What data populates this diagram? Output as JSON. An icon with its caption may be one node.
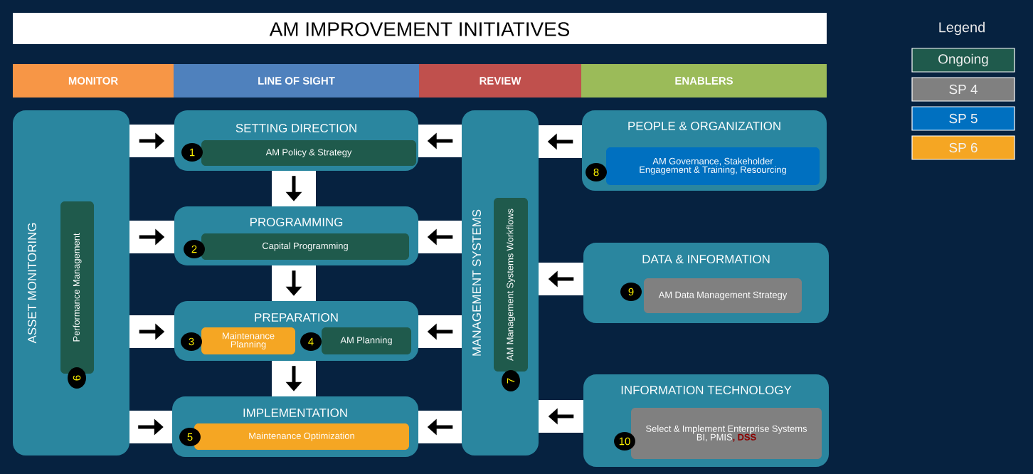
{
  "diagram": {
    "title": "AM IMPROVEMENT INITIATIVES",
    "nodes": [
      {
        "text": [
          "MONITOR"
        ]
      },
      {
        "text": [
          "LINE OF SIGHT"
        ]
      },
      {
        "text": [
          "REVIEW"
        ]
      },
      {
        "text": [
          "ENABLERS"
        ]
      },
      {
        "text": [
          "ASSET MONITORING"
        ]
      },
      {
        "text": [
          "Performance Management"
        ],
        "in": 4,
        "beside": [
          "6"
        ]
      },
      {
        "text": [
          "SETTING DIRECTION"
        ]
      },
      {
        "text": [
          "AM Policy & Strategy"
        ],
        "in": 6,
        "beside": [
          "1"
        ]
      },
      {
        "text": [
          "PROGRAMMING"
        ]
      },
      {
        "text": [
          "Capital Programming"
        ],
        "in": 8,
        "beside": [
          "2"
        ]
      },
      {
        "text": [
          "PREPARATION"
        ]
      },
      {
        "text": [
          "Maintenance Planning"
        ],
        "in": 10,
        "beside": [
          "3"
        ]
      },
      {
        "text": [
          "AM Planning"
        ],
        "in": 10,
        "beside": [
          "4"
        ]
      },
      {
        "text": [
          "IMPLEMENTATION"
        ]
      },
      {
        "text": [
          "Maintenance Optimization"
        ],
        "in": 13,
        "beside": [
          "5"
        ]
      },
      {
        "text": [
          "MANAGEMENT SYSTEMS"
        ]
      },
      {
        "text": [
          "AM Management Systems Workflows"
        ],
        "in": 15,
        "beside": [
          "7"
        ]
      },
      {
        "text": [
          "PEOPLE & ORGANIZATION"
        ]
      },
      {
        "text": [
          "AM Governance, Stakeholder Engagement & Training, Resourcing"
        ],
        "in": 17,
        "beside": [
          "8"
        ]
      },
      {
        "text": [
          "DATA & INFORMATION"
        ]
      },
      {
        "text": [
          "AM Data Management Strategy"
        ],
        "in": 19,
        "beside": [
          "9"
        ]
      },
      {
        "text": [
          "INFORMATION TECHNOLOGY"
        ]
      },
      {
        "text": [
          "Select & Implement Enterprise Systems",
          "BI, PMIS",
          ", DSS"
        ],
        "in": 21,
        "beside": [
          "10"
        ]
      }
    ],
    "edges": [
      {
        "from": 4,
        "to": 6,
        "arrow": "to"
      },
      {
        "from": 4,
        "to": 8,
        "arrow": "to"
      },
      {
        "from": 4,
        "to": 10,
        "arrow": "to"
      },
      {
        "from": 4,
        "to": 13,
        "arrow": "to"
      },
      {
        "from": 6,
        "to": 8,
        "arrow": "to"
      },
      {
        "from": 8,
        "to": 10,
        "arrow": "to"
      },
      {
        "from": 10,
        "to": 13,
        "arrow": "to"
      },
      {
        "from": 15,
        "to": 6,
        "arrow": "to"
      },
      {
        "from": 15,
        "to": 8,
        "arrow": "to"
      },
      {
        "from": 15,
        "to": 10,
        "arrow": "to"
      },
      {
        "from": 15,
        "to": 13,
        "arrow": "to"
      },
      {
        "from": 17,
        "to": 15,
        "arrow": "to"
      },
      {
        "from": 19,
        "to": 15,
        "arrow": "to"
      },
      {
        "from": 21,
        "to": 15,
        "arrow": "to"
      }
    ],
    "labels": [
      "Legend"
    ],
    "legend": [
      {
        "text": "Ongoing",
        "color": "#1f5a4c"
      },
      {
        "text": "SP 4",
        "color": "#808080"
      },
      {
        "text": "SP 5",
        "color": "#0070c0"
      },
      {
        "text": "SP 6",
        "color": "#f5a623"
      }
    ]
  }
}
